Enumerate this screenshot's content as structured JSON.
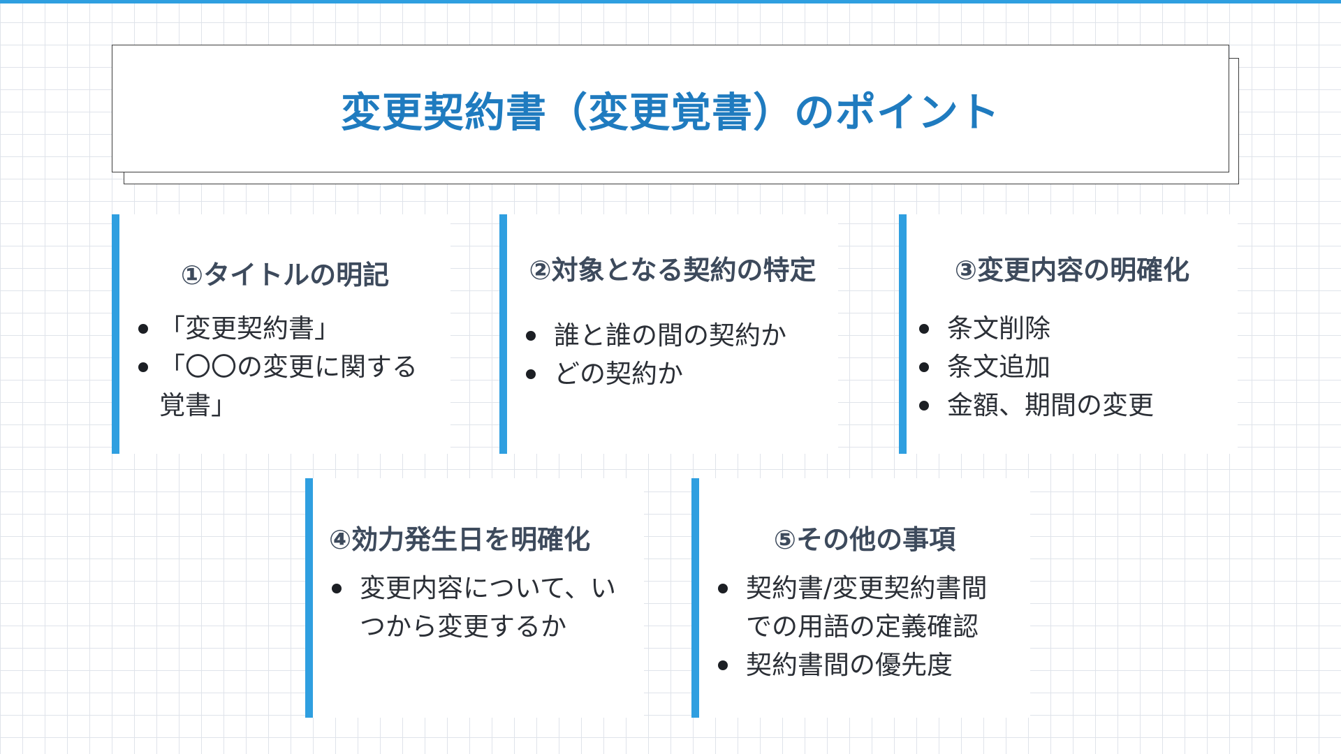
{
  "title": "変更契約書（変更覚書）のポイント",
  "cards": [
    {
      "heading": "①タイトルの明記",
      "items": [
        "「変更契約書」",
        "「〇〇の変更に関する覚書」"
      ]
    },
    {
      "heading": "②対象となる契約の特定",
      "items": [
        "誰と誰の間の契約か",
        "どの契約か"
      ]
    },
    {
      "heading": "③変更内容の明確化",
      "items": [
        "条文削除",
        "条文追加",
        "金額、期間の変更"
      ]
    },
    {
      "heading": "④効力発生日を明確化",
      "items": [
        "変更内容について、いつから変更するか"
      ]
    },
    {
      "heading": "⑤その他の事項",
      "items": [
        "契約書/変更契約書間での用語の定義確認",
        "契約書間の優先度"
      ]
    }
  ],
  "colors": {
    "accent": "#2f9fe0",
    "title": "#1f7bbf",
    "heading": "#3d4a5c",
    "text": "#2b2f36"
  }
}
